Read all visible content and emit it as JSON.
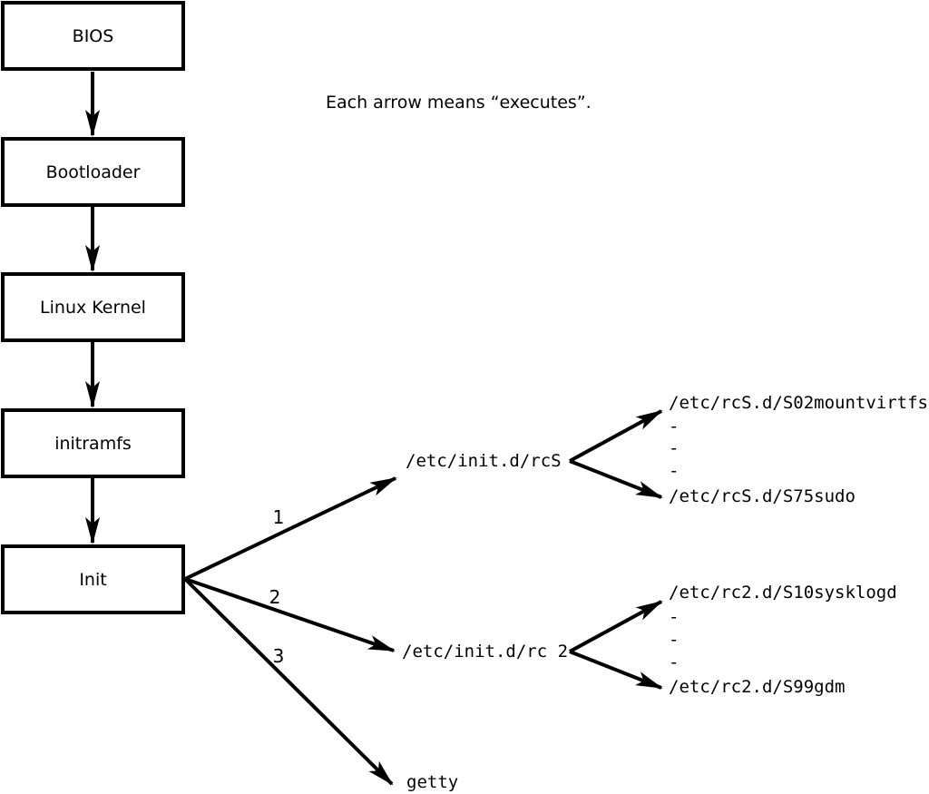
{
  "note": "Each arrow means “executes”.",
  "chain": [
    {
      "label": "BIOS"
    },
    {
      "label": "Bootloader"
    },
    {
      "label": "Linux Kernel"
    },
    {
      "label": "initramfs"
    },
    {
      "label": "Init"
    }
  ],
  "fan": [
    {
      "number": "1",
      "target": "/etc/init.d/rcS"
    },
    {
      "number": "2",
      "target": "/etc/init.d/rc 2"
    },
    {
      "number": "3",
      "target": "getty"
    }
  ],
  "rcs_children": {
    "first": "/etc/rcS.d/S02mountvirtfs",
    "dashes": [
      "-",
      "-",
      "-"
    ],
    "last": "/etc/rcS.d/S75sudo"
  },
  "rc2_children": {
    "first": "/etc/rc2.d/S10sysklogd",
    "dashes": [
      "-",
      "-",
      "-"
    ],
    "last": "/etc/rc2.d/S99gdm"
  },
  "colors": {
    "line": "#000000",
    "background": "#ffffff",
    "text": "#000000"
  }
}
